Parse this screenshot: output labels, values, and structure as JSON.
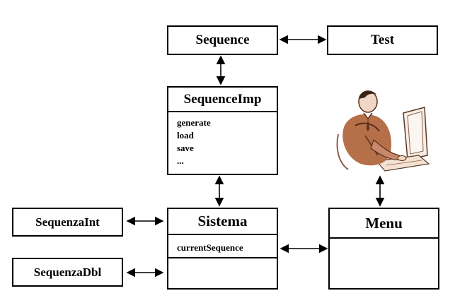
{
  "boxes": {
    "sequence": "Sequence",
    "test": "Test",
    "sequence_imp": {
      "title": "SequenceImp",
      "methods": [
        "generate",
        "load",
        "save",
        "..."
      ]
    },
    "sistema": {
      "title": "Sistema",
      "fields": [
        "currentSequence"
      ]
    },
    "menu": "Menu",
    "sequenza_int": "SequenzaInt",
    "sequenza_dbl": "SequenzaDbl"
  },
  "icons": {
    "user_at_computer": "person-at-computer-icon"
  },
  "colors": {
    "line": "#000000",
    "box_fill": "#ffffff",
    "figure_accent": "#b5704a"
  }
}
